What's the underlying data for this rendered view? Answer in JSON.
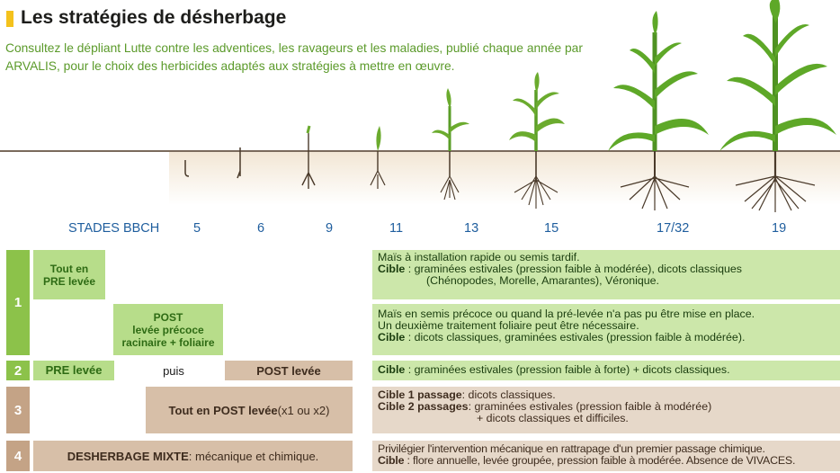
{
  "title": "Les stratégies de désherbage",
  "intro": "Consultez le dépliant Lutte contre les adventices, les ravageurs et les maladies, publié chaque année par ARVALIS, pour le choix des herbicides adaptés aux stratégies à mettre en œuvre.",
  "stades": {
    "label": "STADES BBCH",
    "values": [
      "5",
      "6",
      "9",
      "11",
      "13",
      "15",
      "17/32",
      "19"
    ]
  },
  "rows": [
    {
      "num": "1",
      "a_label": "Tout en\nPRE levée",
      "a_desc1": "Maïs à installation rapide ou semis tardif.",
      "a_desc2_key": "Cible",
      "a_desc2": " : graminées estivales (pression faible à modérée), dicots classiques",
      "a_desc3": "(Chénopodes, Morelle, Amarantes), Véronique.",
      "b_label": "POST\nlevée précoce\nracinaire + foliaire",
      "b_desc1": "Maïs en semis précoce ou quand la pré-levée n'a pas pu être mise en place.",
      "b_desc2": "Un deuxième traitement foliaire peut être nécessaire.",
      "b_desc3_key": "Cible",
      "b_desc3": " : dicots classiques, graminées estivales (pression faible à modérée)."
    },
    {
      "num": "2",
      "pre": "PRE levée",
      "puis": "puis",
      "post": "POST levée",
      "desc_key": "Cible",
      "desc": " : graminées estivales (pression faible à forte) + dicots classiques."
    },
    {
      "num": "3",
      "label_bold": "Tout en POST levée",
      "label_rest": " (x1 ou x2)",
      "desc1_key": "Cible 1 passage",
      "desc1": ": dicots classiques.",
      "desc2_key": "Cible 2 passages",
      "desc2": ": graminées estivales (pression faible à modérée)",
      "desc3": "+ dicots classiques et difficiles."
    },
    {
      "num": "4",
      "label_bold": "DESHERBAGE MIXTE",
      "label_rest": " : mécanique et chimique.",
      "desc1": "Privilégier l'intervention mécanique en rattrapage d'un premier passage chimique.",
      "desc2_key": "Cible",
      "desc2": " : flore annuelle, levée groupée, pression faible à modérée. Absence de VIVACES."
    }
  ],
  "colors": {
    "title_accent": "#f4c21c",
    "intro_text": "#5b9a2a",
    "stades_text": "#1f5e9e",
    "green_dark": "#8cc24a",
    "green_light": "#b7dd8a",
    "brown_dark": "#c4a386",
    "brown_light": "#d7bfa8"
  }
}
